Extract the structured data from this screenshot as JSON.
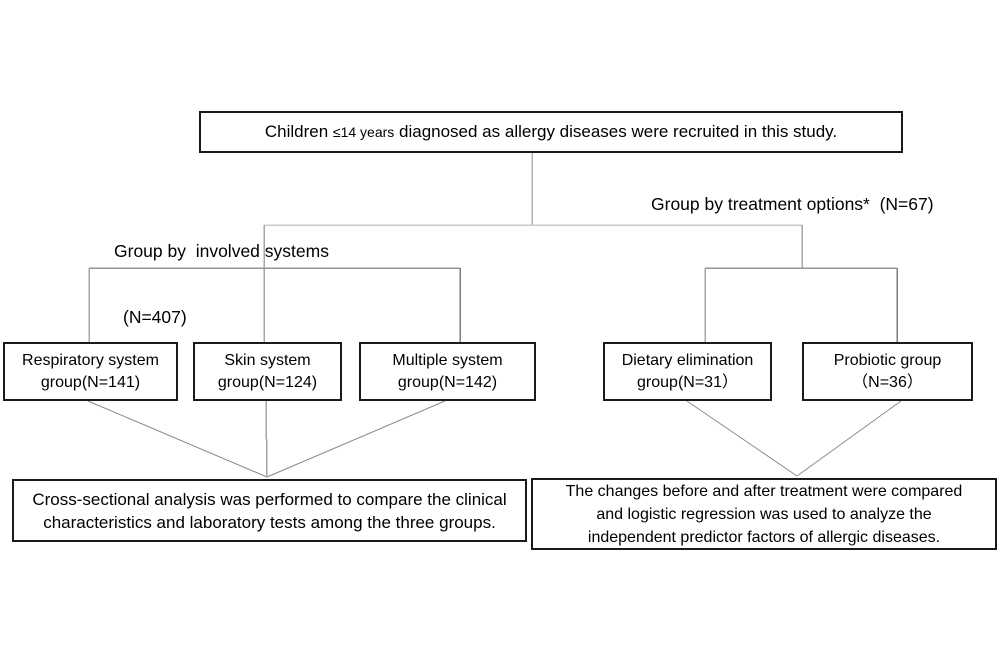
{
  "diagram": {
    "recruitment_box": {
      "pre": "Children ",
      "small": "≤14 years",
      "post": " diagnosed as allergy diseases were recruited in this study."
    },
    "branch_labels": {
      "systems_line1": "Group by  involved systems",
      "systems_line2": "(N=407)",
      "treatment": "Group by treatment options*  (N=67)"
    },
    "system_groups": [
      {
        "line1": "Respiratory system",
        "line2": "group(N=141)"
      },
      {
        "line1": "Skin system",
        "line2": "group(N=124)"
      },
      {
        "line1": "Multiple system",
        "line2": "group(N=142)"
      }
    ],
    "treatment_groups": [
      {
        "line1": "Dietary elimination",
        "line2": "group(N=31）"
      },
      {
        "line1": "Probiotic group",
        "line2": "（N=36）"
      }
    ],
    "outcomes": {
      "cross_sectional": {
        "line1": "Cross-sectional analysis was performed to compare the clinical",
        "line2": "characteristics and laboratory tests among the three groups."
      },
      "treatment": {
        "line1": "The changes before and after treatment were compared",
        "line2": "and logistic regression was used to analyze the",
        "line3": "independent predictor factors of allergic diseases."
      }
    },
    "colors": {
      "background": "#ffffff",
      "box_border": "#1a1a1a",
      "connector_light": "#c9c9c9",
      "connector": "#969696",
      "diagonal": "#8a8a8a"
    }
  }
}
